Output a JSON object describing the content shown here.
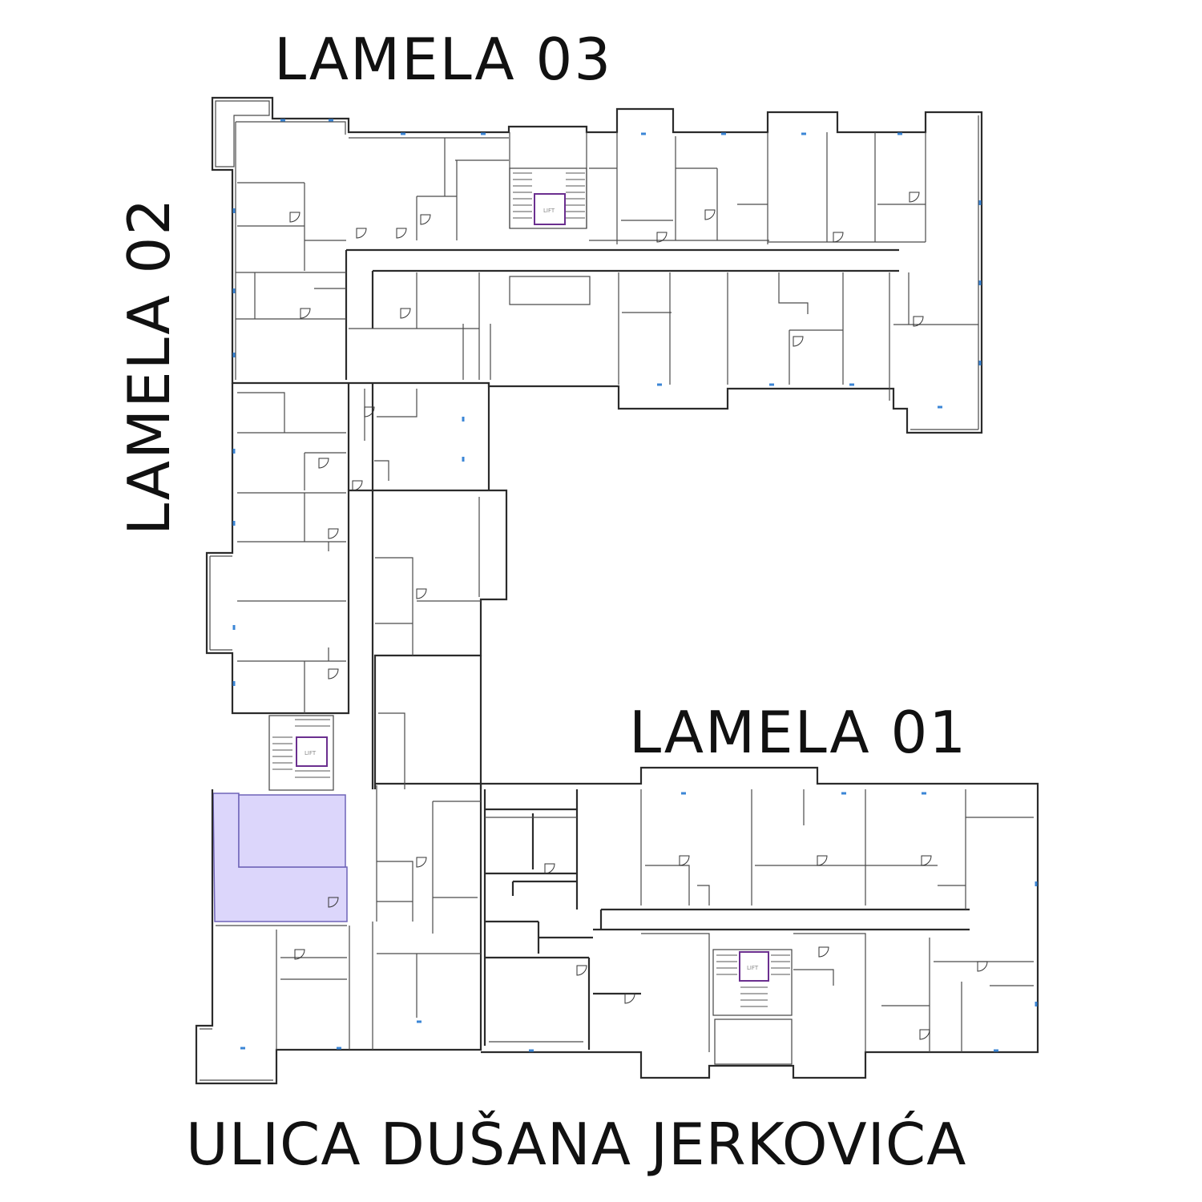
{
  "labels": {
    "lamela_03": "LAMELA 03",
    "lamela_02": "LAMELA 02",
    "lamela_01": "LAMELA 01",
    "street": "ULICA DUŠANA JERKOVIĆA"
  },
  "elevator_text": "LIFT",
  "colors": {
    "text": "#111111",
    "wall": "#2b2b2b",
    "window": "#3b86d6",
    "door_jamb": "#5a2a7a",
    "highlight_unit": "#dcd6fb",
    "highlight_stroke": "#6f64b8"
  }
}
